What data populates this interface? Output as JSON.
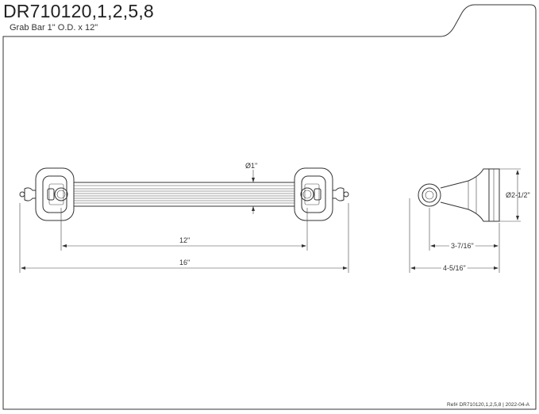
{
  "header": {
    "model": "DR710120,1,2,5,8",
    "description": "Grab Bar 1\" O.D. x 12\""
  },
  "dimensions": {
    "bar_diameter": "Ø1\"",
    "center_to_center": "12\"",
    "overall_length": "16\"",
    "flange_diameter": "Ø2-1/2\"",
    "projection_to_center": "3-7/16\"",
    "overall_projection": "4-5/16\""
  },
  "footer": {
    "reference": "Ref# DR710120,1,2,5,8 | 2022-04-A"
  }
}
